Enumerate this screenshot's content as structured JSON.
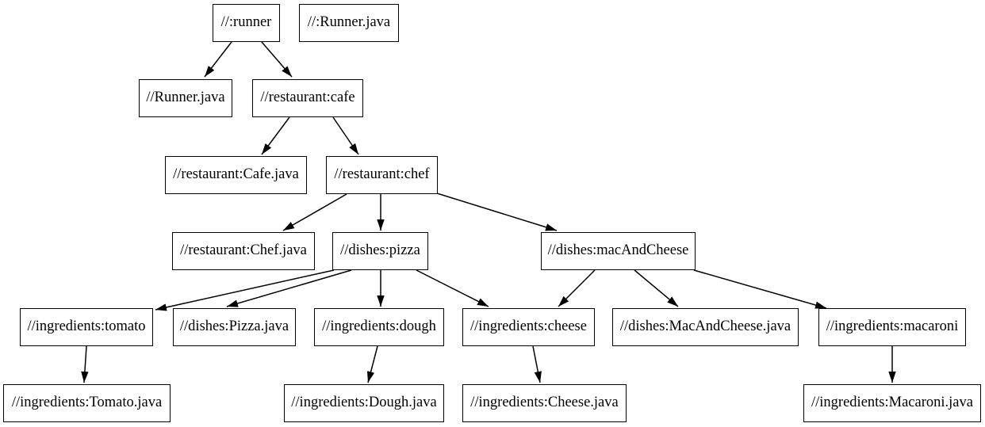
{
  "canvas": {
    "background_color": "#ffffff",
    "node_fill_color": "#ffffff",
    "node_border_color": "#000000",
    "edge_color": "#000000",
    "text_color": "#000000"
  },
  "graph": {
    "type": "directed-dependency-graph",
    "nodes": [
      {
        "id": "runner",
        "label": "//:runner"
      },
      {
        "id": "runner-java-target",
        "label": "//:Runner.java"
      },
      {
        "id": "runner-java",
        "label": "//Runner.java"
      },
      {
        "id": "cafe",
        "label": "//restaurant:cafe"
      },
      {
        "id": "cafe-java",
        "label": "//restaurant:Cafe.java"
      },
      {
        "id": "chef",
        "label": "//restaurant:chef"
      },
      {
        "id": "chef-java",
        "label": "//restaurant:Chef.java"
      },
      {
        "id": "pizza",
        "label": "//dishes:pizza"
      },
      {
        "id": "mac-and-cheese",
        "label": "//dishes:macAndCheese"
      },
      {
        "id": "tomato",
        "label": "//ingredients:tomato"
      },
      {
        "id": "pizza-java",
        "label": "//dishes:Pizza.java"
      },
      {
        "id": "dough",
        "label": "//ingredients:dough"
      },
      {
        "id": "cheese",
        "label": "//ingredients:cheese"
      },
      {
        "id": "mac-and-cheese-java",
        "label": "//dishes:MacAndCheese.java"
      },
      {
        "id": "macaroni",
        "label": "//ingredients:macaroni"
      },
      {
        "id": "tomato-java",
        "label": "//ingredients:Tomato.java"
      },
      {
        "id": "dough-java",
        "label": "//ingredients:Dough.java"
      },
      {
        "id": "cheese-java",
        "label": "//ingredients:Cheese.java"
      },
      {
        "id": "macaroni-java",
        "label": "//ingredients:Macaroni.java"
      }
    ],
    "edges": [
      {
        "from": "//:runner",
        "to": "//Runner.java"
      },
      {
        "from": "//:runner",
        "to": "//restaurant:cafe"
      },
      {
        "from": "//restaurant:cafe",
        "to": "//restaurant:Cafe.java"
      },
      {
        "from": "//restaurant:cafe",
        "to": "//restaurant:chef"
      },
      {
        "from": "//restaurant:chef",
        "to": "//restaurant:Chef.java"
      },
      {
        "from": "//restaurant:chef",
        "to": "//dishes:pizza"
      },
      {
        "from": "//restaurant:chef",
        "to": "//dishes:macAndCheese"
      },
      {
        "from": "//dishes:pizza",
        "to": "//ingredients:tomato"
      },
      {
        "from": "//dishes:pizza",
        "to": "//dishes:Pizza.java"
      },
      {
        "from": "//dishes:pizza",
        "to": "//ingredients:dough"
      },
      {
        "from": "//dishes:pizza",
        "to": "//ingredients:cheese"
      },
      {
        "from": "//dishes:macAndCheese",
        "to": "//ingredients:cheese"
      },
      {
        "from": "//dishes:macAndCheese",
        "to": "//dishes:MacAndCheese.java"
      },
      {
        "from": "//dishes:macAndCheese",
        "to": "//ingredients:macaroni"
      },
      {
        "from": "//ingredients:tomato",
        "to": "//ingredients:Tomato.java"
      },
      {
        "from": "//ingredients:dough",
        "to": "//ingredients:Dough.java"
      },
      {
        "from": "//ingredients:cheese",
        "to": "//ingredients:Cheese.java"
      },
      {
        "from": "//ingredients:macaroni",
        "to": "//ingredients:Macaroni.java"
      }
    ]
  }
}
